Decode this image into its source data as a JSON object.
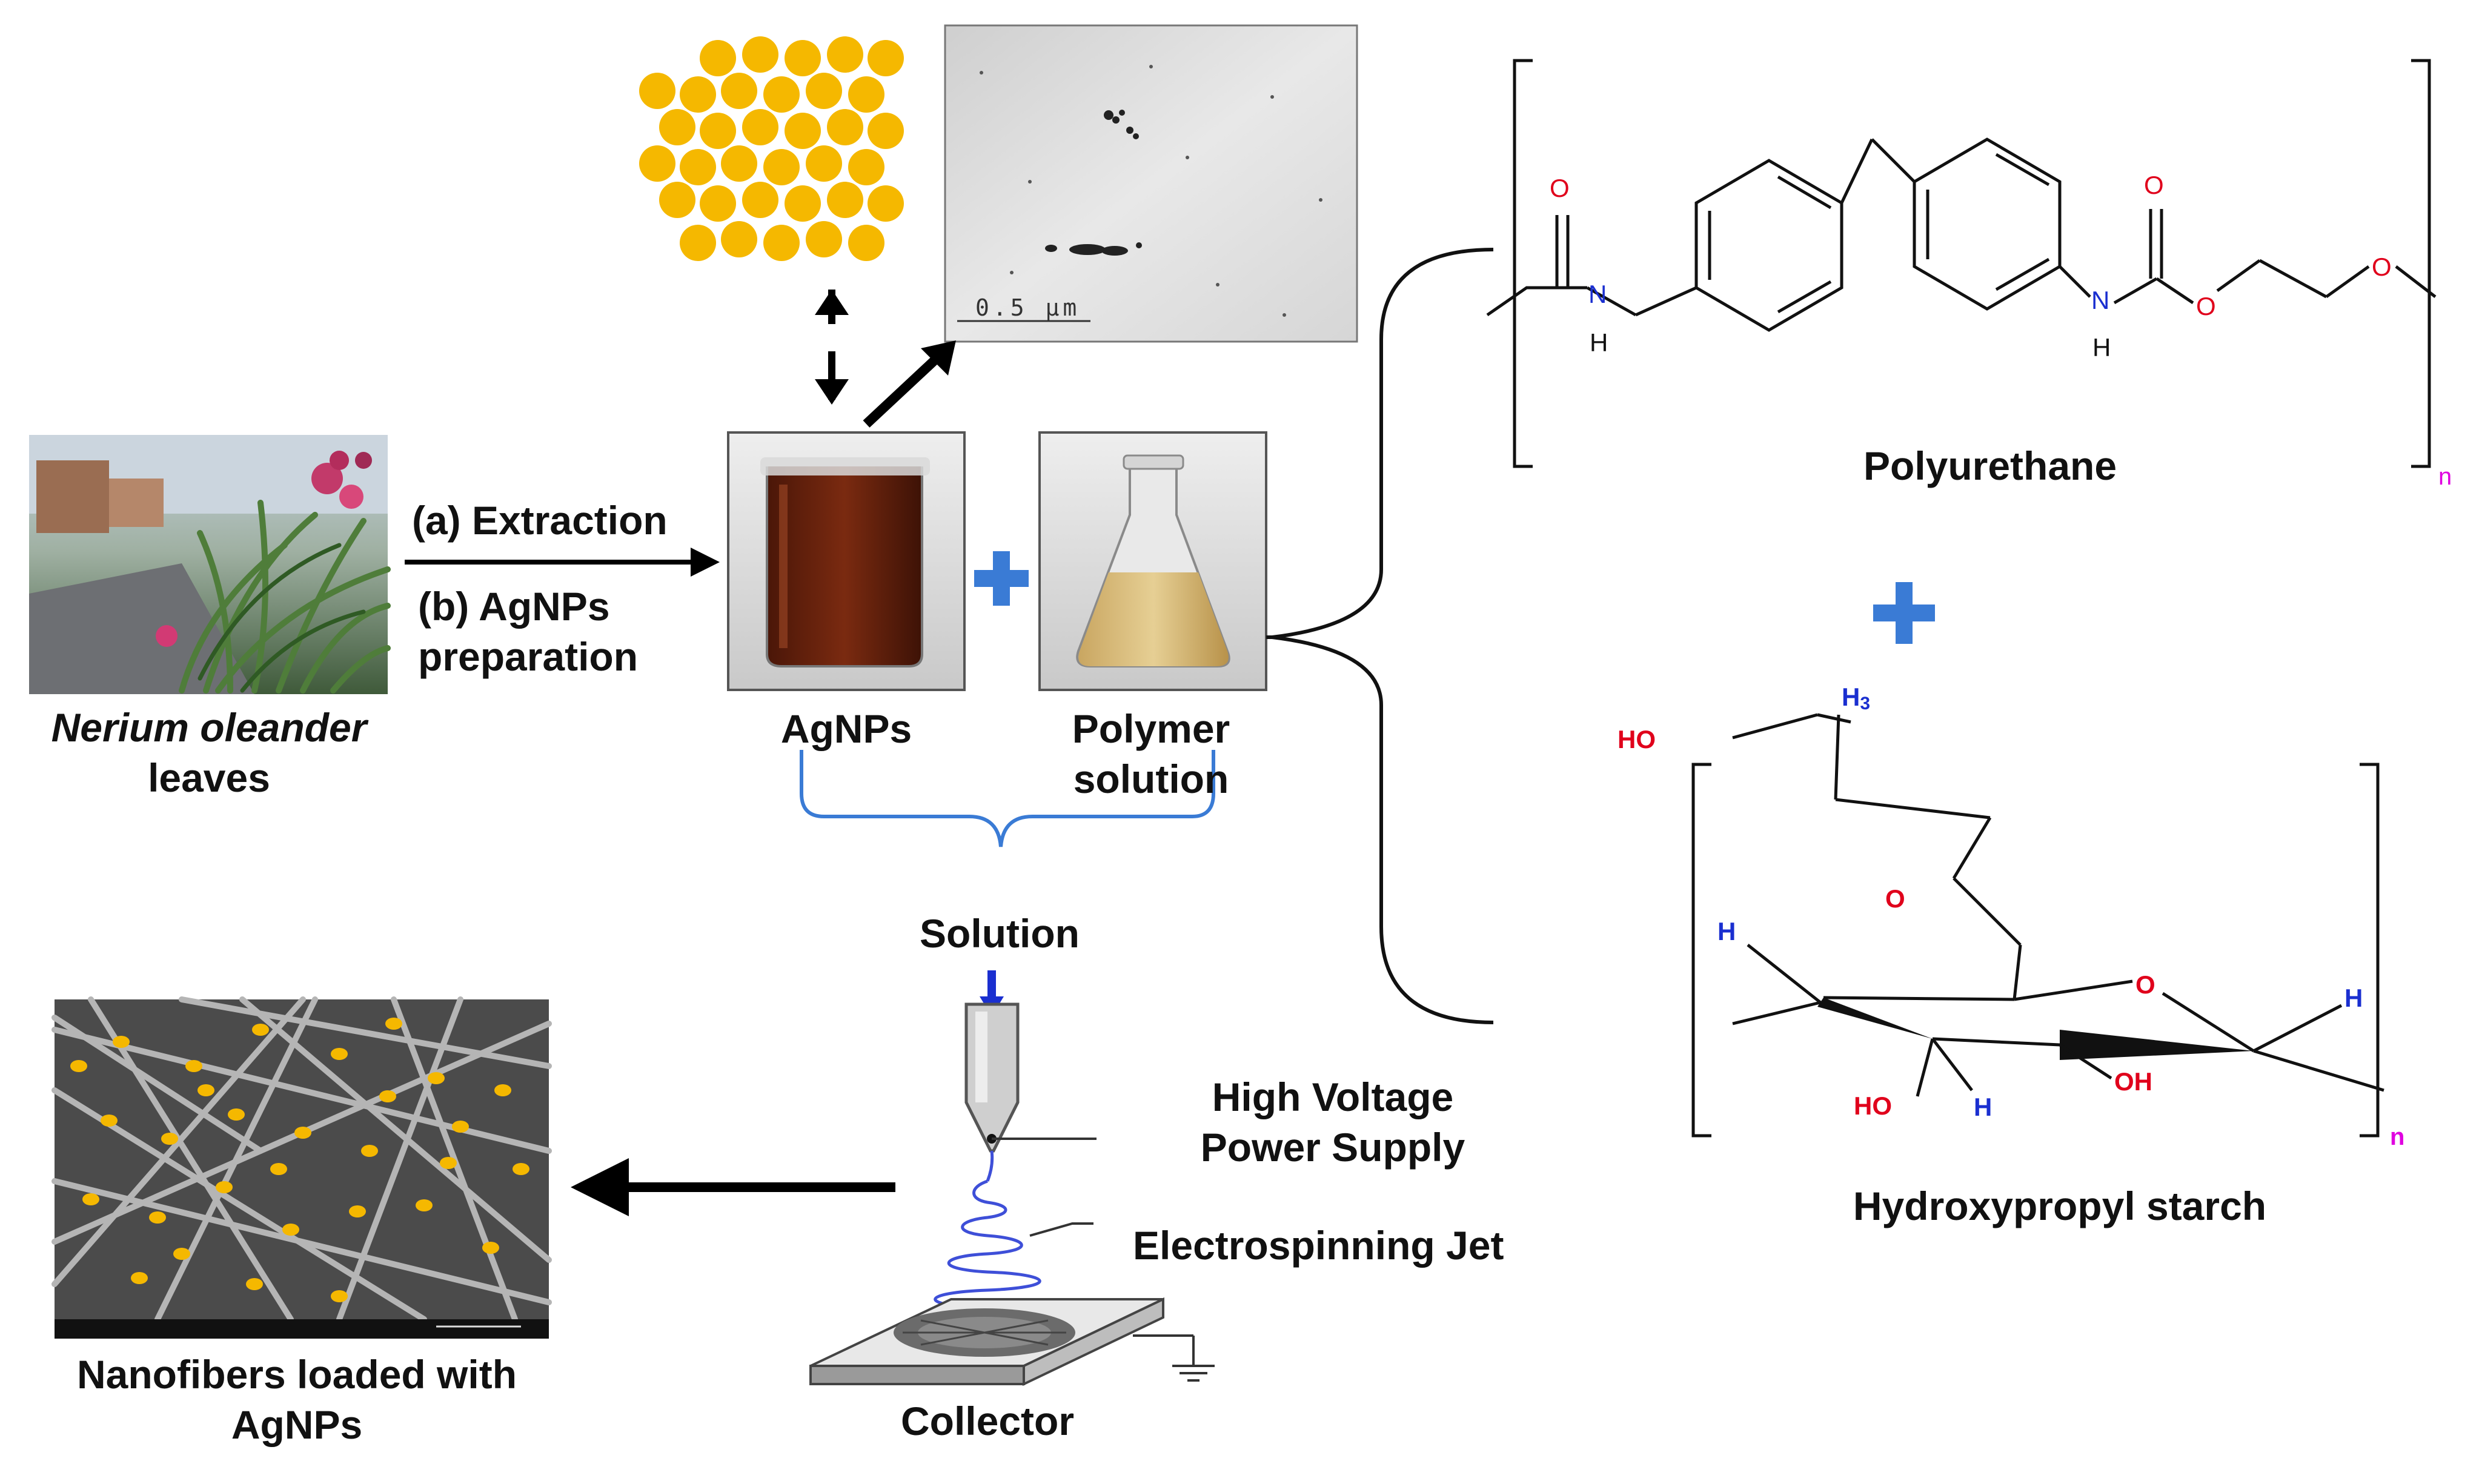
{
  "source": {
    "name_italic": "Nerium oleander",
    "name_rest": "leaves"
  },
  "process": {
    "step_a": "(a) Extraction",
    "step_b_line1": "(b) AgNPs",
    "step_b_line2": "preparation"
  },
  "agnps": {
    "label": "AgNPs"
  },
  "polymer": {
    "label_line1": "Polymer",
    "label_line2": "solution"
  },
  "solution": {
    "label": "Solution"
  },
  "tem": {
    "scale_text": "0.5 µm"
  },
  "polyurethane": {
    "name": "Polyurethane",
    "atoms": {
      "o": "O",
      "n": "N",
      "h": "H",
      "sub_n": "n"
    }
  },
  "starch": {
    "name": "Hydroxypropyl starch",
    "atoms": {
      "ho": "HO",
      "h3": "H",
      "h3_sub": "3",
      "o": "O",
      "h": "H",
      "oh": "OH",
      "sub_n": "n"
    }
  },
  "electrospinning": {
    "hv_line1": "High Voltage",
    "hv_line2": "Power Supply",
    "jet": "Electrospinning Jet",
    "collector": "Collector"
  },
  "nanofibers": {
    "label_line1": "Nanofibers loaded with",
    "label_line2": "AgNPs"
  },
  "colors": {
    "gold": "#f5b800",
    "blue_accent": "#3a7bd5",
    "oxygen": "#e0001b",
    "nitrogen": "#1a2fd0",
    "subscript": "#e000e0"
  }
}
